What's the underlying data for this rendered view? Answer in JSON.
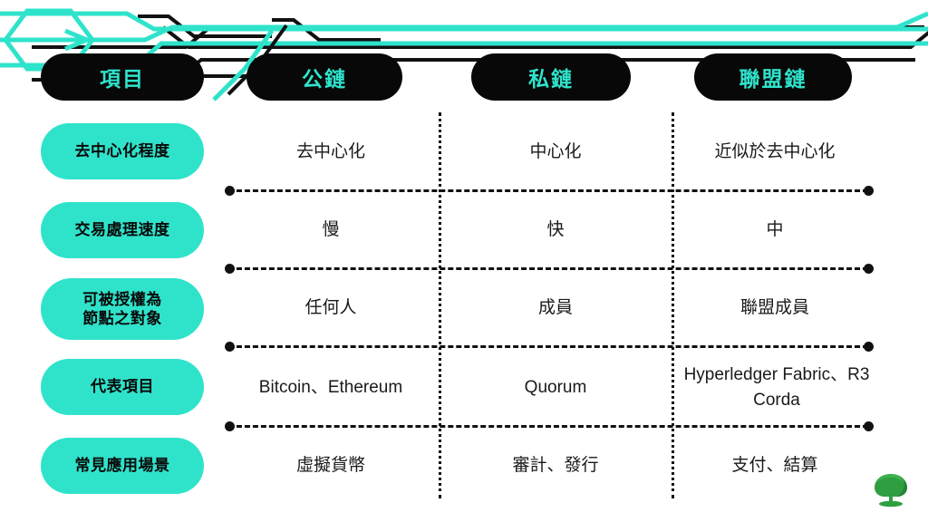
{
  "slide": {
    "title_note": "區塊鏈類型比較表",
    "accent_color": "#2fe3cb",
    "header_bg_color": "#080808",
    "text_color": "#1a1a1a",
    "background_color": "#ffffff",
    "logo_color": "#2f9e41"
  },
  "header": {
    "pills": [
      {
        "label": "項目"
      },
      {
        "label": "公鏈"
      },
      {
        "label": "私鏈"
      },
      {
        "label": "聯盟鏈"
      }
    ]
  },
  "rows": [
    {
      "label": "去中心化程度",
      "label_lines": [
        "去中心化程度"
      ],
      "cells": [
        "去中心化",
        "中心化",
        "近似於去中心化"
      ]
    },
    {
      "label": "交易處理速度",
      "label_lines": [
        "交易處理速度"
      ],
      "cells": [
        "慢",
        "快",
        "中"
      ]
    },
    {
      "label": "可被授權為節點之對象",
      "label_lines": [
        "可被授權為",
        "節點之對象"
      ],
      "cells": [
        "任何人",
        "成員",
        "聯盟成員"
      ]
    },
    {
      "label": "代表項目",
      "label_lines": [
        "代表項目"
      ],
      "cells": [
        "Bitcoin、Ethereum",
        "Quorum",
        "Hyperledger Fabric、R3 Corda"
      ]
    },
    {
      "label": "常見應用場景",
      "label_lines": [
        "常見應用場景"
      ],
      "cells": [
        "虛擬貨幣",
        "審計、發行",
        "支付、結算"
      ]
    }
  ],
  "decoration": {
    "name": "circuit-lines-hexagon",
    "hexagon_color": "#2fe3cb",
    "line_colors": [
      "#2fe3cb",
      "#111111"
    ]
  },
  "logo": {
    "name": "tree-logo",
    "colors": [
      "#2f9e41",
      "#25833a",
      "#3cb14c"
    ]
  }
}
